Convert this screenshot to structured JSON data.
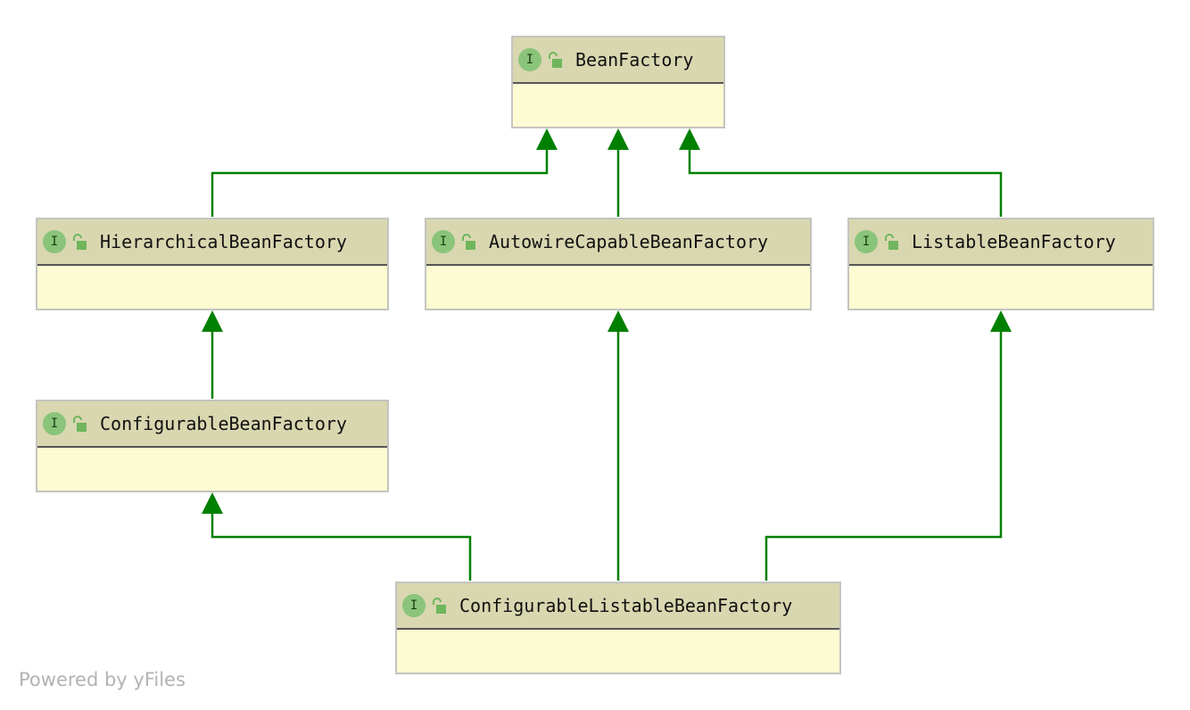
{
  "diagram": {
    "nodes": [
      {
        "id": "bean-factory",
        "badge": "I",
        "name": "BeanFactory"
      },
      {
        "id": "hierarchical-bean-factory",
        "badge": "I",
        "name": "HierarchicalBeanFactory"
      },
      {
        "id": "autowire-capable-bean-factory",
        "badge": "I",
        "name": "AutowireCapableBeanFactory"
      },
      {
        "id": "listable-bean-factory",
        "badge": "I",
        "name": "ListableBeanFactory"
      },
      {
        "id": "configurable-bean-factory",
        "badge": "I",
        "name": "ConfigurableBeanFactory"
      },
      {
        "id": "configurable-listable-bean-factory",
        "badge": "I",
        "name": "ConfigurableListableBeanFactory"
      }
    ],
    "edges": [
      {
        "from": "HierarchicalBeanFactory",
        "to": "BeanFactory"
      },
      {
        "from": "AutowireCapableBeanFactory",
        "to": "BeanFactory"
      },
      {
        "from": "ListableBeanFactory",
        "to": "BeanFactory"
      },
      {
        "from": "ConfigurableBeanFactory",
        "to": "HierarchicalBeanFactory"
      },
      {
        "from": "ConfigurableListableBeanFactory",
        "to": "ConfigurableBeanFactory"
      },
      {
        "from": "ConfigurableListableBeanFactory",
        "to": "AutowireCapableBeanFactory"
      },
      {
        "from": "ConfigurableListableBeanFactory",
        "to": "ListableBeanFactory"
      }
    ],
    "icons": {
      "badge": "interface-icon",
      "visibility": "public-lock-icon"
    },
    "colors": {
      "edge": "#008000",
      "header": "#d8d7b0",
      "body": "#fdfbd2",
      "badge": "#8ac47a"
    }
  },
  "footer": {
    "text": "Powered by yFiles"
  }
}
